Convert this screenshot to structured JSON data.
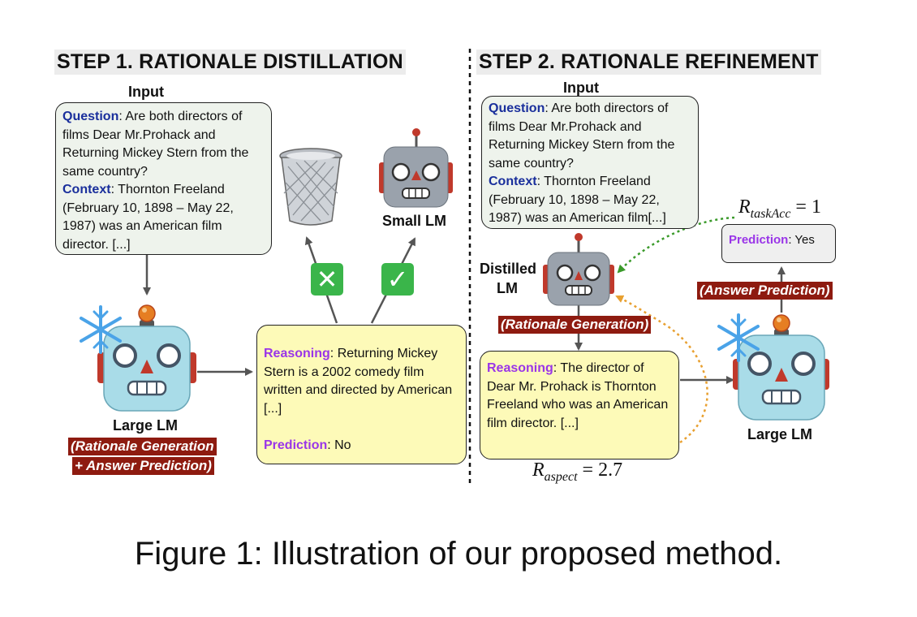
{
  "step1": {
    "title": "STEP 1. RATIONALE DISTILLATION",
    "input_label": "Input",
    "question_label": "Question",
    "question_text": ": Are both directors of films Dear Mr.Prohack and Returning Mickey Stern from the same country?",
    "context_label": "Context",
    "context_text": ":  Thornton Freeland (February 10, 1898 – May 22, 1987) was an American film director. [...]",
    "large_lm_label": "Large LM",
    "large_lm_tag_line1": "(Rationale Generation",
    "large_lm_tag_line2": "+ Answer Prediction)",
    "small_lm_label": "Small LM",
    "reasoning_label": "Reasoning",
    "reasoning_text": ": Returning Mickey Stern is a 2002 comedy film written and directed by American [...]",
    "prediction_label": "Prediction",
    "prediction_text": ": No",
    "reject_mark": "✕",
    "accept_mark": "✓"
  },
  "step2": {
    "title": "STEP 2. RATIONALE REFINEMENT",
    "input_label": "Input",
    "question_label": "Question",
    "question_text": ": Are both directors of films Dear Mr.Prohack and Returning Mickey Stern from the same country?",
    "context_label": "Context",
    "context_text": ":  Thornton Freeland (February 10, 1898 – May 22, 1987) was an American film[...]",
    "distilled_lm_line1": "Distilled",
    "distilled_lm_line2": "LM",
    "rationale_tag": "(Rationale Generation)",
    "reasoning_label": "Reasoning",
    "reasoning_text": ": The director of Dear Mr. Prohack is Thornton Freeland who was an American film director. [...]",
    "r_aspect_sym": "R",
    "r_aspect_sub": "aspect",
    "r_aspect_val": " = 2.7",
    "r_task_sym": "R",
    "r_task_sub": "taskAcc",
    "r_task_val": " = 1",
    "prediction_label": "Prediction",
    "prediction_text": ": Yes",
    "answer_tag": "(Answer Prediction)",
    "large_lm_label": "Large LM"
  },
  "caption": "Figure 1:  Illustration of our proposed method.",
  "colors": {
    "keyword_blue": "#1a2f9c",
    "keyword_purple": "#9a35e8",
    "tag_red": "#8e1b10",
    "green_check": "#3ab54a",
    "green_dotted": "#3a9a2a",
    "orange_dotted": "#e8a030"
  }
}
